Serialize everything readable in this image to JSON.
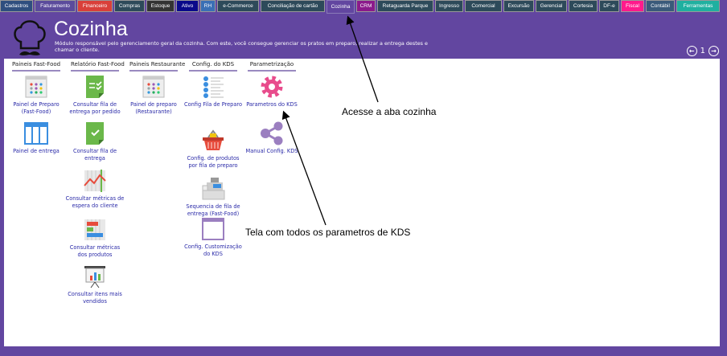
{
  "tabs": [
    {
      "label": "Cadastros",
      "color": "#2f4f7f"
    },
    {
      "label": "Faturamento",
      "color": "#5b4b9c"
    },
    {
      "label": "Financeiro",
      "color": "#d9403a"
    },
    {
      "label": "Compras",
      "color": "#2d4a5a"
    },
    {
      "label": "Estoque",
      "color": "#333333"
    },
    {
      "label": "Ativo",
      "color": "#0a0a8a"
    },
    {
      "label": "RH",
      "color": "#3a6fb5"
    },
    {
      "label": "e-Commerce",
      "color": "#2d4a5a"
    },
    {
      "label": "Conciliação de cartão",
      "color": "#2d4a5a"
    },
    {
      "label": "Cozinha",
      "color": "#6246a0",
      "active": true
    },
    {
      "label": "CRM",
      "color": "#8b1a8b"
    },
    {
      "label": "Retaguarda Parque",
      "color": "#2d4a5a"
    },
    {
      "label": "Ingresso",
      "color": "#2d4a5a"
    },
    {
      "label": "Comercial",
      "color": "#2d4a5a"
    },
    {
      "label": "Excursão",
      "color": "#2d4a5a"
    },
    {
      "label": "Gerencial",
      "color": "#2d4a5a"
    },
    {
      "label": "Cortesia",
      "color": "#2d4a5a"
    },
    {
      "label": "DF-e",
      "color": "#2d4a5a"
    },
    {
      "label": "Fiscal",
      "color": "#ff1a8c"
    },
    {
      "label": "Contábil",
      "color": "#3a5a7a"
    },
    {
      "label": "Ferramentas",
      "color": "#20b0a0"
    }
  ],
  "header": {
    "title": "Cozinha",
    "description": "Módulo responsável pelo gerenciamento geral da cozinha. Com este, você consegue gerenciar os pratos em preparo, realizar a entrega destes e chamar o cliente.",
    "page": "1"
  },
  "columns": [
    {
      "title": "Paineis Fast-Food",
      "items": [
        {
          "label": "Painel de Preparo (Fast-Food)",
          "icon": "grid-panel-icon"
        },
        {
          "label": "Painel de entrega",
          "icon": "table-layout-icon"
        }
      ]
    },
    {
      "title": "Relatório Fast-Food",
      "items": [
        {
          "label": "Consultar fila de entrega por pedido",
          "icon": "checklist-icon"
        },
        {
          "label": "Consultar fila de entrega",
          "icon": "check-doc-icon"
        },
        {
          "label": "Consultar métricas de espera do cliente",
          "icon": "line-chart-icon"
        },
        {
          "label": "Consultar métricas dos produtos",
          "icon": "bar-chart-icon"
        },
        {
          "label": "Consultar itens mais vendidos",
          "icon": "presentation-icon"
        }
      ]
    },
    {
      "title": "Paineis Restaurante",
      "items": [
        {
          "label": "Painel de preparo (Restaurante)",
          "icon": "grid-panel-icon"
        }
      ]
    },
    {
      "title": "Config. do KDS",
      "items": [
        {
          "label": "Config Fila de Preparo",
          "icon": "list-icon"
        },
        {
          "label": "Config. de produtos por fila de preparo",
          "icon": "basket-icon"
        },
        {
          "label": "Sequencia de fila de entrega (Fast-Food)",
          "icon": "cash-register-icon"
        },
        {
          "label": "Config. Customização do KDS",
          "icon": "window-icon"
        }
      ]
    },
    {
      "title": "Parametrização",
      "items": [
        {
          "label": "Parametros do KDS",
          "icon": "gear-icon"
        },
        {
          "label": "Manual Config. KDS",
          "icon": "share-icon"
        }
      ]
    }
  ],
  "annotations": {
    "tab": "Acesse a aba cozinha",
    "params": "Tela com todos os parametros de KDS"
  }
}
